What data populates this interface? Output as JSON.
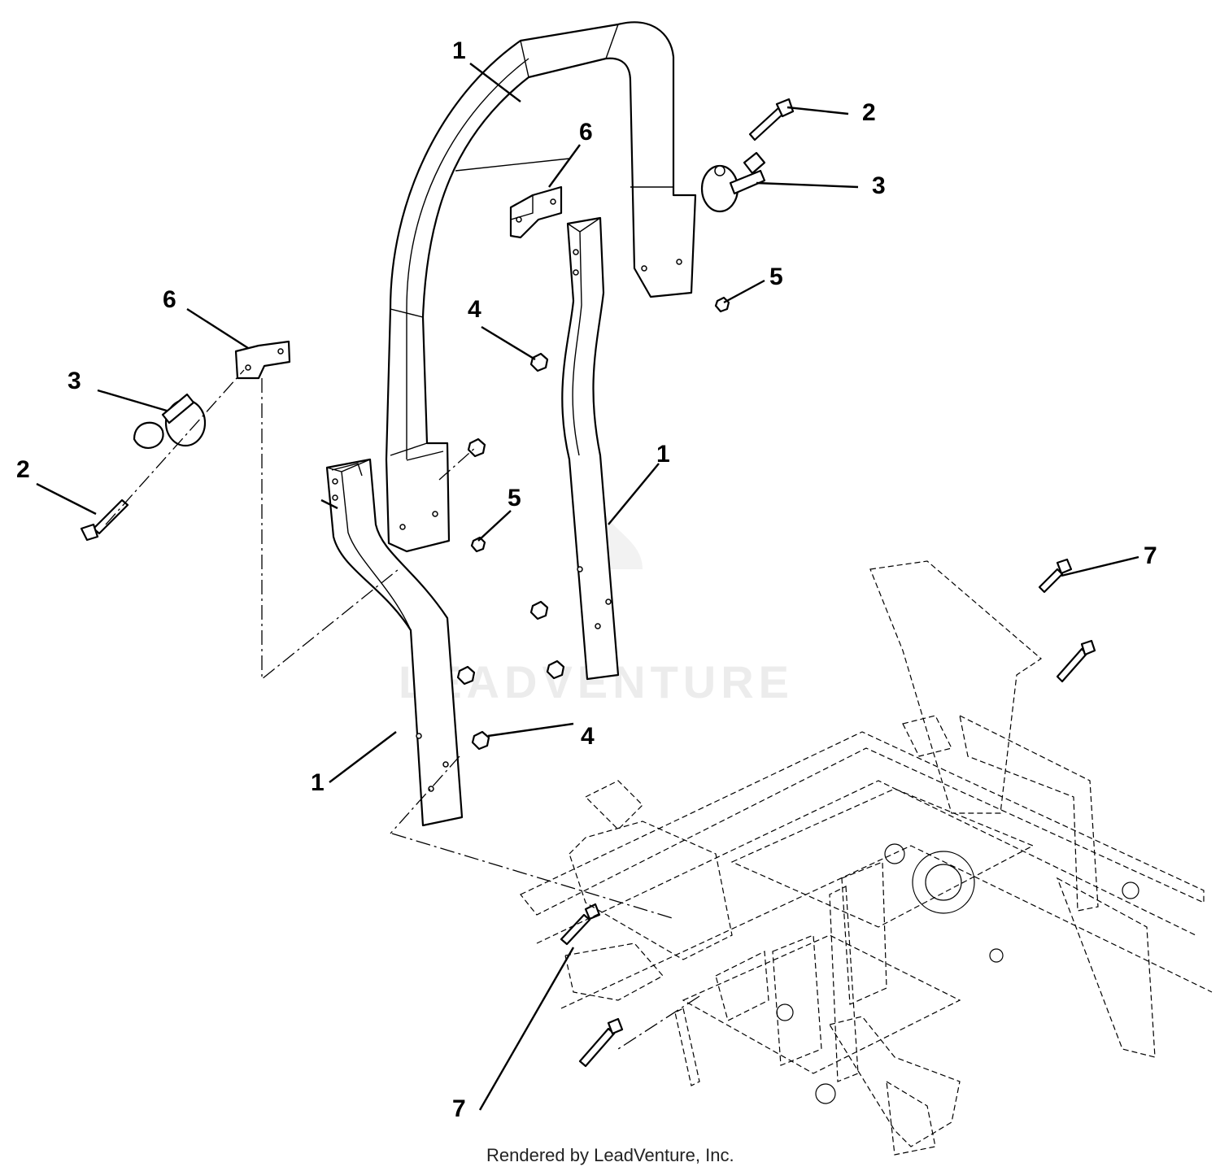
{
  "callouts": {
    "c1_top": "1",
    "c2_right": "2",
    "c6_right": "6",
    "c3_right": "3",
    "c5_right": "5",
    "c6_left": "6",
    "c4_top": "4",
    "c3_left": "3",
    "c2_left": "2",
    "c5_mid": "5",
    "c1_right_leg": "1",
    "c7_right": "7",
    "c4_bottom": "4",
    "c1_left_leg": "1",
    "c7_bottom": "7"
  },
  "watermark": "LEADVENTURE",
  "footer": "Rendered by LeadVenture, Inc."
}
